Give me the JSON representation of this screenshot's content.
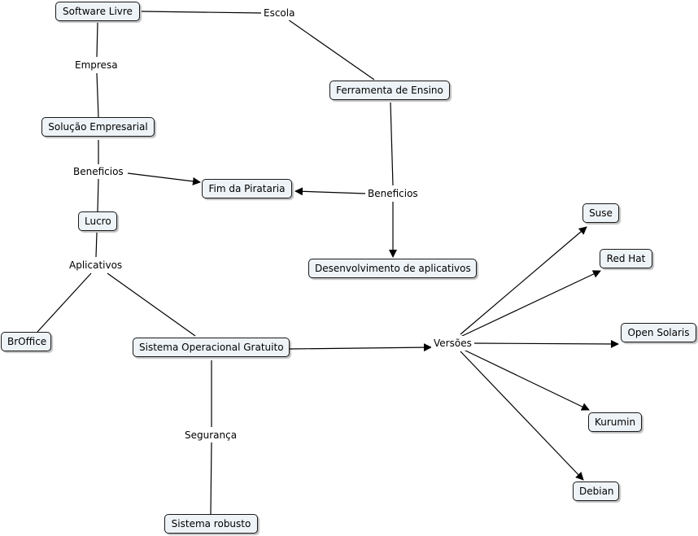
{
  "concepts": {
    "software_livre": "Software Livre",
    "ferramenta_ensino": "Ferramenta de Ensino",
    "solucao_empresarial": "Solução Empresarial",
    "fim_pirataria": "Fim da Pirataria",
    "lucro": "Lucro",
    "desenvolvimento": "Desenvolvimento de aplicativos",
    "suse": "Suse",
    "red_hat": "Red Hat",
    "open_solaris": "Open Solaris",
    "broffice": "BrOffice",
    "sistema_operacional": "Sistema Operacional Gratuito",
    "kurumin": "Kurumin",
    "debian": "Debian",
    "sistema_robusto": "Sistema robusto"
  },
  "linking_phrases": {
    "escola": "Escola",
    "empresa": "Empresa",
    "beneficios_1": "Beneficios",
    "beneficios_2": "Beneficios",
    "aplicativos": "Aplicativos",
    "versoes": "Versões",
    "seguranca": "Segurança"
  }
}
